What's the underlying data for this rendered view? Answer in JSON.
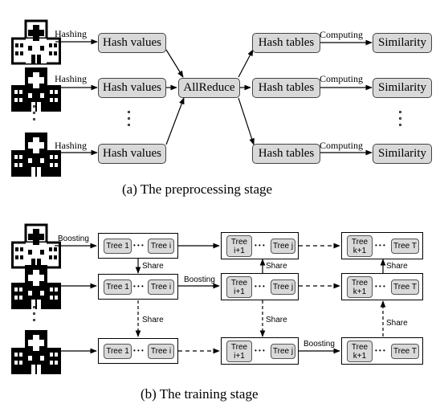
{
  "stage_a": {
    "caption": "(a) The preprocessing stage",
    "edge_hashing": "Hashing",
    "edge_computing": "Computing",
    "hash_values": "Hash values",
    "allreduce": "AllReduce",
    "hash_tables": "Hash tables",
    "similarity": "Similarity"
  },
  "stage_b": {
    "caption": "(b) The training stage",
    "edge_boosting": "Boosting",
    "edge_share": "Share",
    "tree_1": "Tree 1",
    "tree_i": "Tree i",
    "tree_i1": "Tree\ni+1",
    "tree_j": "Tree j",
    "tree_k1": "Tree\nk+1",
    "tree_T": "Tree T",
    "ellipsis": "• • •"
  },
  "icons": {
    "hospital": "hospital-building-icon"
  }
}
